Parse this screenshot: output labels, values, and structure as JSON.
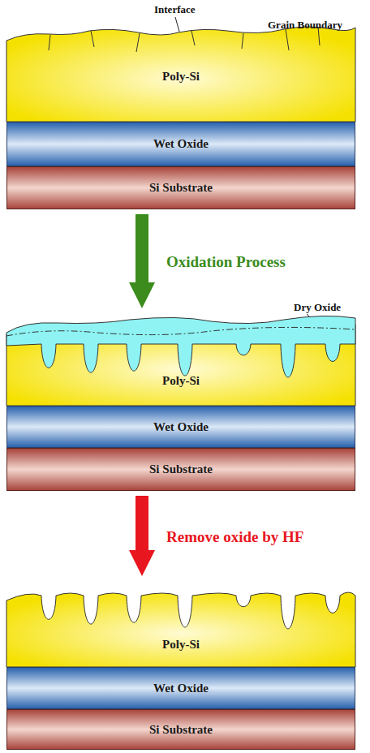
{
  "diagram": {
    "nodes": [
      {
        "text": [
          "Poly-Si"
        ]
      },
      {
        "text": [
          "Wet Oxide"
        ]
      },
      {
        "text": [
          "Si Substrate"
        ]
      },
      {
        "text": [
          "Poly-Si"
        ]
      },
      {
        "text": [
          "Wet Oxide"
        ]
      },
      {
        "text": [
          "Si Substrate"
        ]
      },
      {
        "text": [
          "Poly-Si"
        ]
      },
      {
        "text": [
          "Wet Oxide"
        ]
      },
      {
        "text": [
          "Si Substrate"
        ]
      }
    ],
    "edges": [
      {
        "from": 2,
        "to": 3,
        "arrow": "to",
        "label": "Oxidation Process"
      },
      {
        "from": 5,
        "to": 6,
        "arrow": "to",
        "label": "Remove oxide by HF"
      }
    ],
    "labels": [
      "Interface",
      "Grain Boundary",
      "Dry Oxide"
    ]
  }
}
